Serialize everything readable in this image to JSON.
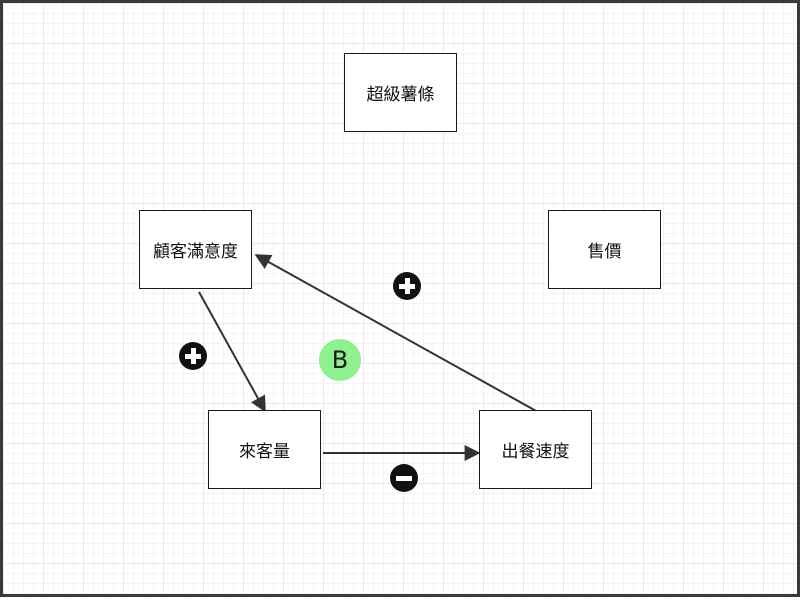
{
  "nodes": {
    "super_fries": "超級薯條",
    "customer_satisfaction": "顧客滿意度",
    "price": "售價",
    "customer_traffic": "來客量",
    "serving_speed": "出餐速度"
  },
  "edges": [
    {
      "from": "customer_satisfaction",
      "to": "customer_traffic",
      "polarity": "+"
    },
    {
      "from": "customer_traffic",
      "to": "serving_speed",
      "polarity": "-"
    },
    {
      "from": "serving_speed",
      "to": "customer_satisfaction",
      "polarity": "+"
    }
  ],
  "loop": {
    "label": "B",
    "color": "#8ff08f"
  },
  "colors": {
    "edge": "#333333",
    "sign": "#111111",
    "grid": "#e9e9e9"
  }
}
